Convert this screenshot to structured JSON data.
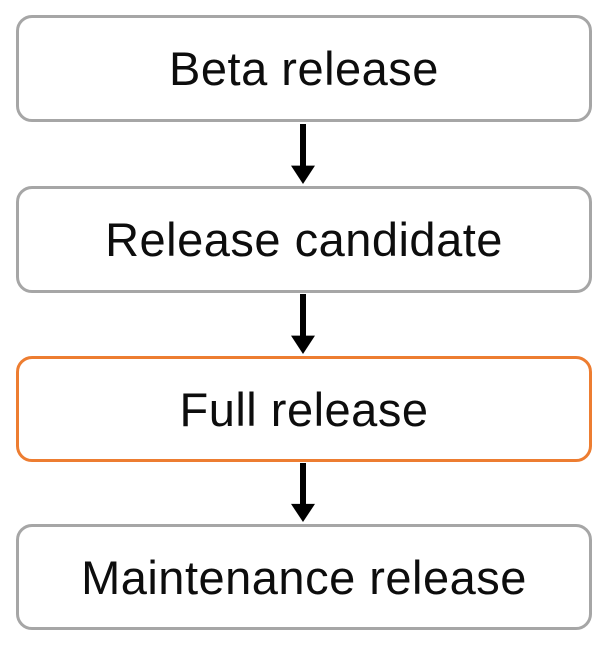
{
  "diagram": {
    "type": "flowchart",
    "direction": "top-down",
    "nodes": [
      {
        "id": "beta-release",
        "label": "Beta release",
        "highlighted": false
      },
      {
        "id": "release-candidate",
        "label": "Release candidate",
        "highlighted": false
      },
      {
        "id": "full-release",
        "label": "Full release",
        "highlighted": true
      },
      {
        "id": "maintenance-release",
        "label": "Maintenance release",
        "highlighted": false
      }
    ],
    "edges": [
      {
        "from": "beta-release",
        "to": "release-candidate"
      },
      {
        "from": "release-candidate",
        "to": "full-release"
      },
      {
        "from": "full-release",
        "to": "maintenance-release"
      }
    ],
    "colors": {
      "node_border": "#a6a6a6",
      "highlight_border": "#ed7d31",
      "arrow": "#000000",
      "text": "#0d0d0d",
      "background": "#ffffff"
    }
  }
}
